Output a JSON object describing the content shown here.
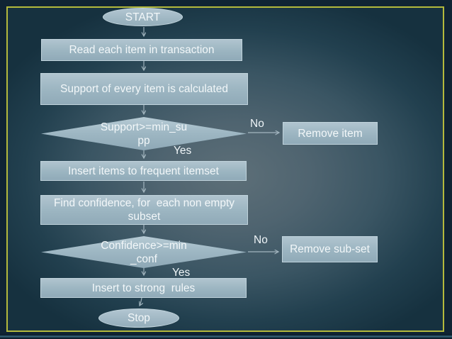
{
  "slide": {
    "frame_color": "#b4b93c",
    "background_center": "#5d6f78",
    "background_edge": "#16313f",
    "bottom_accent_color": "#356075"
  },
  "palette": {
    "node_fill": "#9db6c2",
    "node_border": "#c0d3dc",
    "text_color": "#f2f7f9",
    "arrow_color": "#b2c4cd"
  },
  "flowchart": {
    "start": "START",
    "step_read": "Read each item in transaction",
    "step_support": "Support of every item is calculated",
    "decision_support_line1": "Support>=min_su",
    "decision_support_line2": "pp",
    "label_no_1": "No",
    "label_yes_1": "Yes",
    "action_remove_item": "Remove item",
    "step_insert_frequent": "Insert items to frequent itemset",
    "step_find_confidence_line1": "Find confidence, for  each non empty",
    "step_find_confidence_line2": "subset",
    "decision_confidence_line1": "Confidence>=min",
    "decision_confidence_line2": "_conf",
    "label_no_2": "No",
    "label_yes_2": "Yes",
    "action_remove_subset": "Remove sub-set",
    "step_insert_strong": "Insert to strong  rules",
    "stop": "Stop"
  }
}
